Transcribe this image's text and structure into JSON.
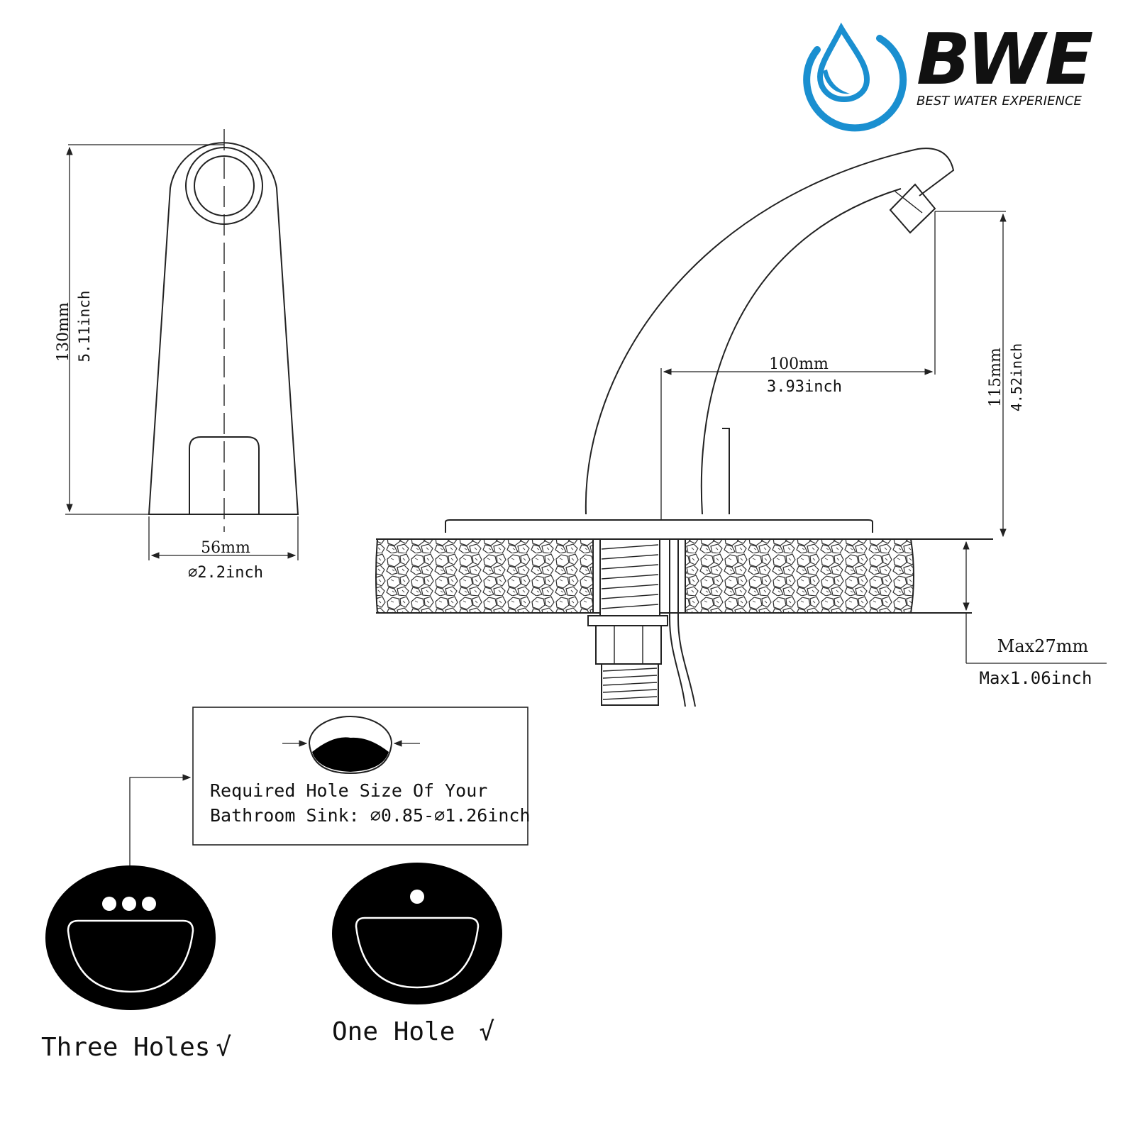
{
  "brand": {
    "name": "BWE",
    "tagline": "BEST WATER EXPERIENCE",
    "color_blue": "#1a8fd0",
    "color_dark": "#555555"
  },
  "front_view": {
    "height_mm": "130mm",
    "height_in": "5.11inch",
    "width_mm": "56mm",
    "width_in": "⌀2.2inch"
  },
  "side_view": {
    "reach_mm": "100mm",
    "reach_in": "3.93inch",
    "spout_height_mm": "115mm",
    "spout_height_in": "4.52inch",
    "deck_max_mm": "Max27mm",
    "deck_max_in": "Max1.06inch"
  },
  "hole_box": {
    "line1": "Required Hole Size Of Your",
    "line2": "Bathroom Sink: ⌀0.85-⌀1.26inch"
  },
  "sinks": [
    {
      "label": "Three Holes",
      "mark": "√"
    },
    {
      "label": "One Hole",
      "mark": "√"
    }
  ]
}
